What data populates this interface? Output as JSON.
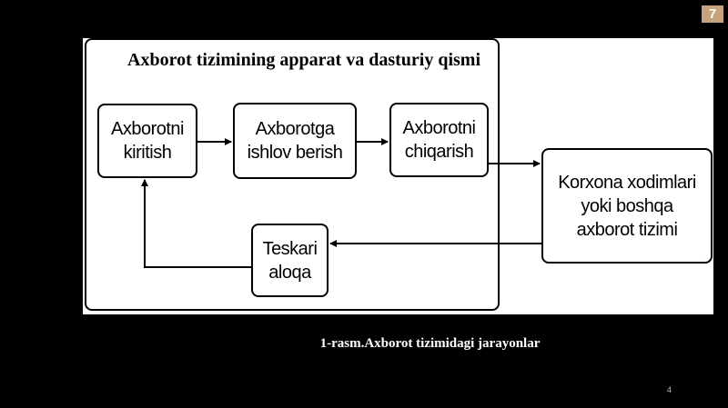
{
  "slide_badge": "7",
  "diagram": {
    "title": "Axborot tizimining apparat va dasturiy qismi",
    "nodes": {
      "input": "Axborotni\nkiritish",
      "process": "Axborotga\nishlov berish",
      "output": "Axborotni\nchiqarish",
      "staff": "Korxona xodimlari\nyoki boshqa\naxborot  tizimi",
      "feedback": "Teskari\naloqa"
    }
  },
  "caption": "1-rasm.Axborot tizimidagi jarayonlar",
  "page_number": "4",
  "colors": {
    "background": "#000000",
    "figure": "#ffffff",
    "badge": "#c7a27c"
  }
}
